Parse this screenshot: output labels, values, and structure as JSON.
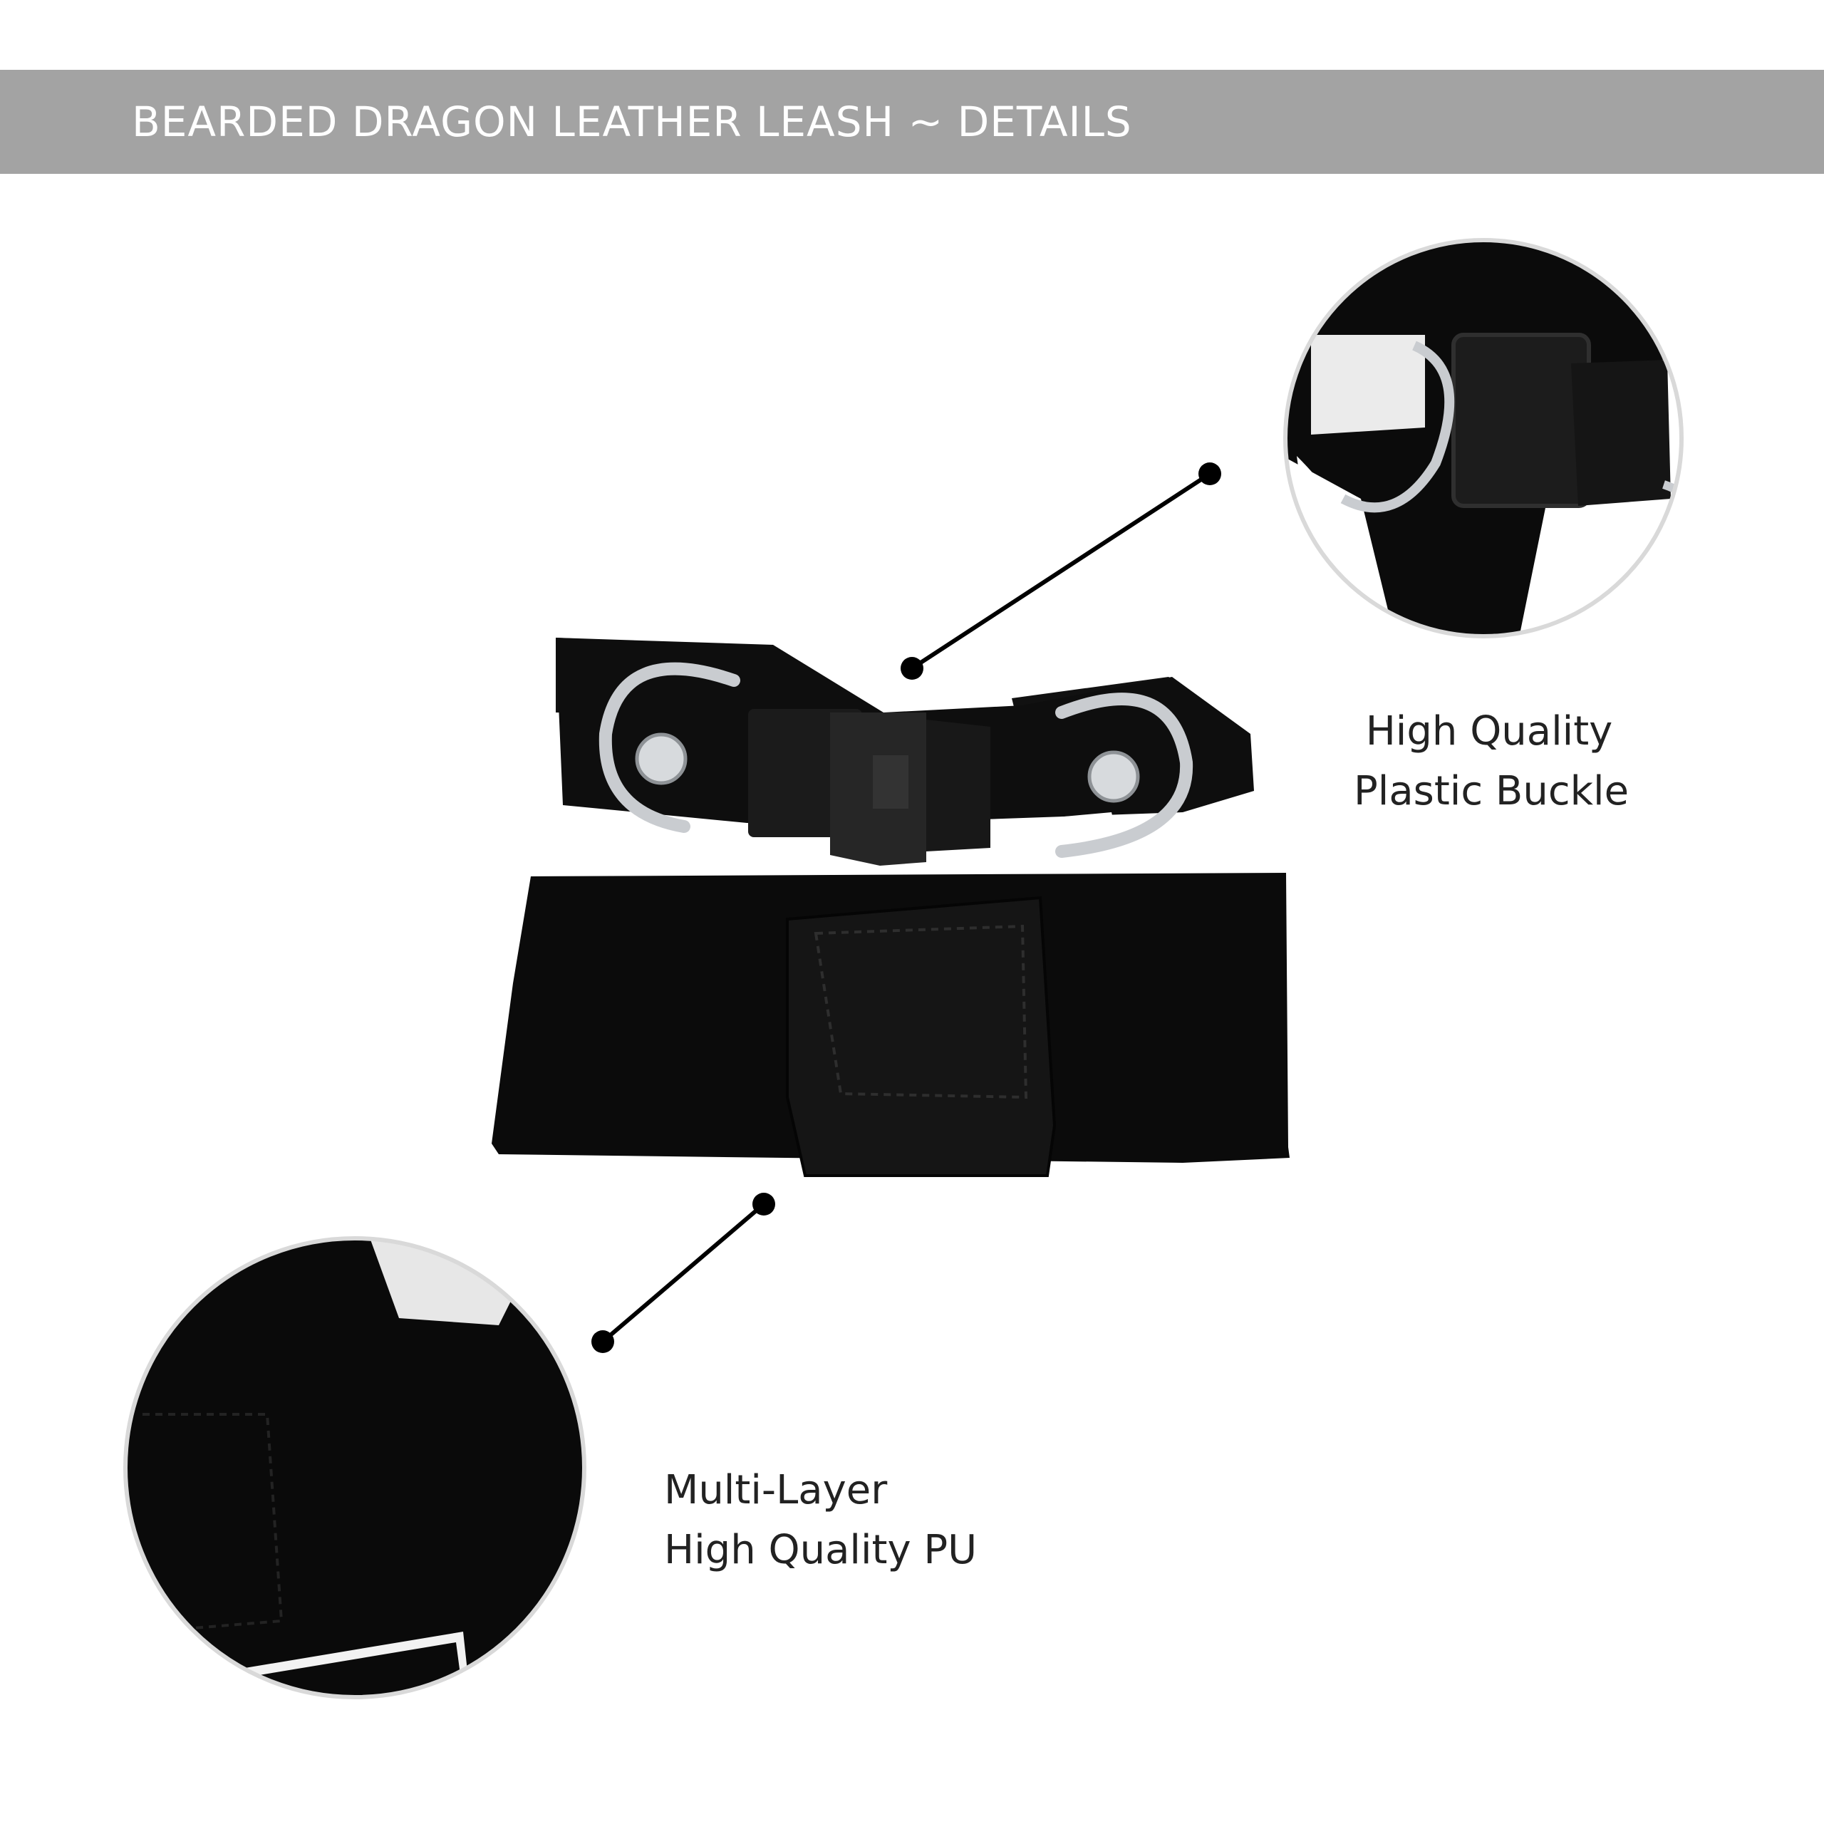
{
  "header": {
    "title": "BEARDED DRAGON LEATHER LEASH ~ DETAILS",
    "background_color": "#a3a3a3",
    "text_color": "#ffffff"
  },
  "callouts": [
    {
      "id": "buckle",
      "line1": "High Quality",
      "line2": "Plastic Buckle",
      "icon": "buckle-detail-image"
    },
    {
      "id": "pu",
      "line1": "Multi-Layer",
      "line2": "High Quality PU",
      "icon": "pu-material-detail-image"
    }
  ],
  "colors": {
    "product": "#0b0b0b",
    "metal": "#c9ccd0",
    "circle_border": "#d9d9d9",
    "pointer": "#000000"
  }
}
